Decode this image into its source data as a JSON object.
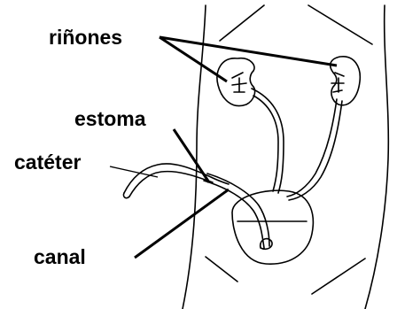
{
  "labels": {
    "kidneys": "riñones",
    "stoma": "estoma",
    "catheter": "catéter",
    "canal": "canal"
  },
  "colors": {
    "ink": "#000000",
    "background": "#ffffff"
  }
}
